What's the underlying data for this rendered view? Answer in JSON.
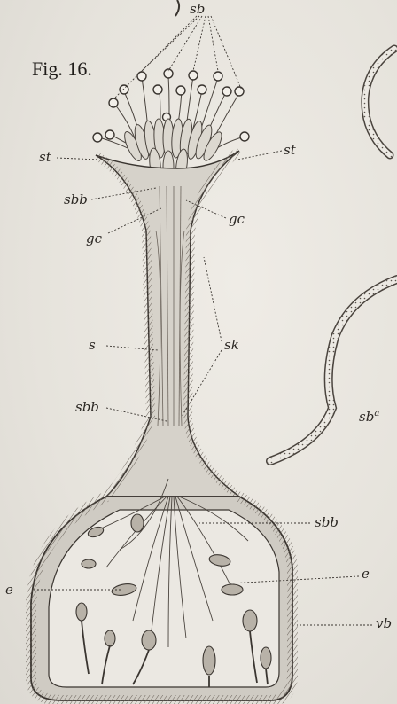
{
  "figure": {
    "title": "Fig. 16.",
    "labels": {
      "sb": "sb",
      "st_left": "st",
      "st_right": "st",
      "sbb_upper": "sbb",
      "gc_left": "gc",
      "gc_right": "gc",
      "s": "s",
      "sk": "sk",
      "sbb_lower": "sbb",
      "sbb_bulb": "sbb",
      "e_left": "e",
      "e_right": "e",
      "vb": "vb",
      "sba_base": "sb",
      "sba_sup": "a"
    }
  }
}
